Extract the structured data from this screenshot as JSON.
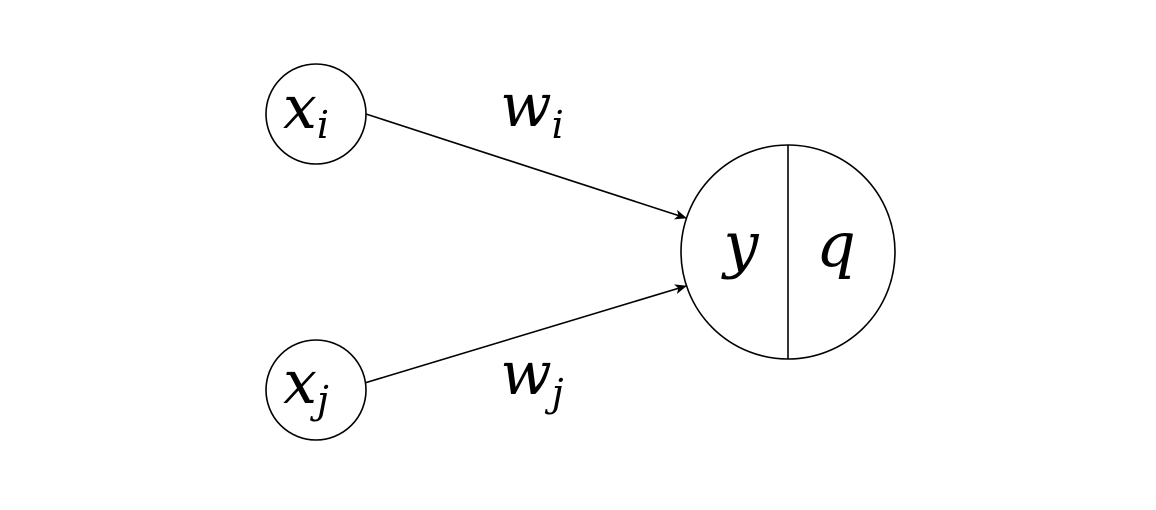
{
  "nodes": {
    "input_i": {
      "base": "x",
      "sub": "i"
    },
    "input_j": {
      "base": "x",
      "sub": "j"
    },
    "output": {
      "left": "y",
      "right": "q"
    }
  },
  "edges": {
    "weight_i": {
      "base": "w",
      "sub": "i"
    },
    "weight_j": {
      "base": "w",
      "sub": "j"
    }
  },
  "colors": {
    "stroke": "#000000",
    "background": "#ffffff"
  }
}
